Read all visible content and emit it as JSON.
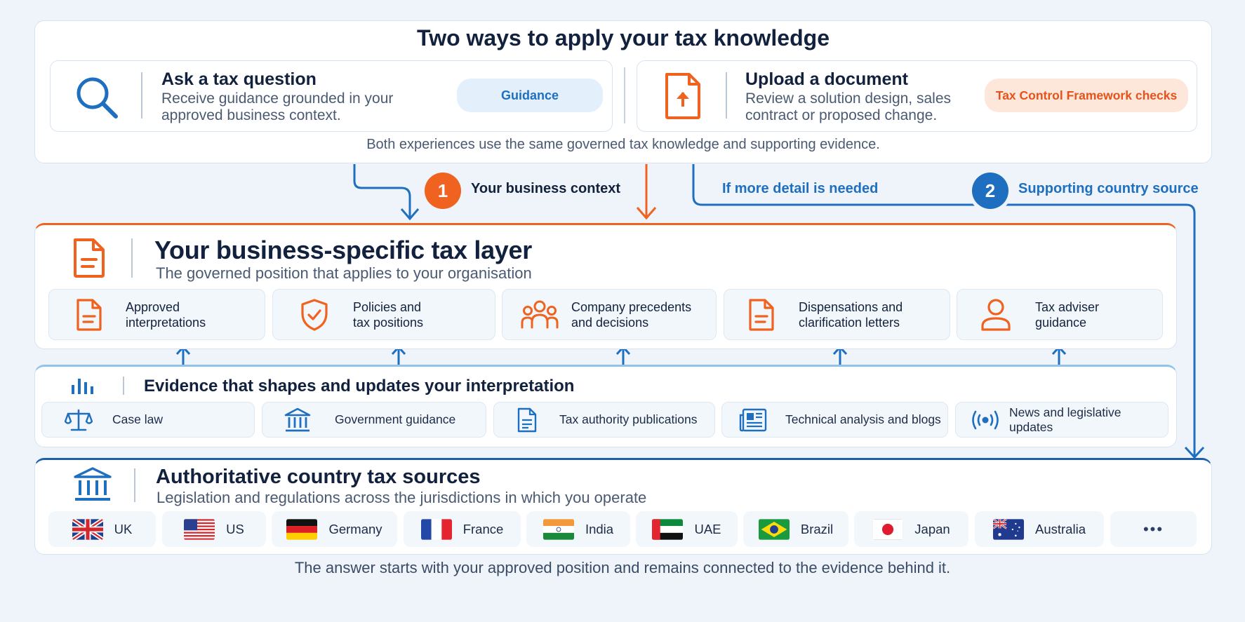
{
  "top": {
    "title": "Two ways to apply your tax knowledge",
    "ask": {
      "title": "Ask a tax question",
      "desc": [
        "Receive guidance grounded in your",
        "approved business context."
      ],
      "pill": "Guidance"
    },
    "upload": {
      "title": "Upload a document",
      "desc": [
        "Review a solution design, sales",
        "contract or proposed change."
      ],
      "pill": "Tax Control Framework checks"
    },
    "footnote": "Both experiences use the same governed tax knowledge and supporting evidence."
  },
  "flow": {
    "step1_number": "1",
    "step1_label": "Your business context",
    "detail_label": "If more detail is needed",
    "step2_number": "2",
    "step2_label": "Supporting country source"
  },
  "business_layer": {
    "title": "Your business-specific tax layer",
    "subtitle": "The governed position that applies to your organisation",
    "items": [
      {
        "lines": [
          "Approved",
          "interpretations"
        ],
        "icon": "document-icon"
      },
      {
        "lines": [
          "Policies and",
          "tax positions"
        ],
        "icon": "shield-check-icon"
      },
      {
        "lines": [
          "Company precedents",
          "and decisions"
        ],
        "icon": "people-group-icon"
      },
      {
        "lines": [
          "Dispensations and",
          "clarification letters"
        ],
        "icon": "document-icon"
      },
      {
        "lines": [
          "Tax adviser",
          "guidance"
        ],
        "icon": "person-icon"
      }
    ]
  },
  "evidence": {
    "title": "Evidence that shapes and updates your interpretation",
    "items": [
      {
        "label": "Case law",
        "icon": "scales-icon"
      },
      {
        "label": "Government guidance",
        "icon": "government-building-icon"
      },
      {
        "label": "Tax authority publications",
        "icon": "publication-icon"
      },
      {
        "label": "Technical analysis and blogs",
        "icon": "newspaper-icon"
      },
      {
        "label": "News and legislative updates",
        "icon": "broadcast-icon"
      }
    ]
  },
  "sources": {
    "title": "Authoritative country tax sources",
    "subtitle": "Legislation and regulations across the jurisdictions in which you operate",
    "countries": [
      "UK",
      "US",
      "Germany",
      "France",
      "India",
      "UAE",
      "Brazil",
      "Japan",
      "Australia"
    ],
    "more": "•••"
  },
  "footer": "The answer starts with your approved position and remains connected to the evidence behind it.",
  "colors": {
    "navy": "#12213d",
    "orange": "#f0621f",
    "blue": "#1f6fc0",
    "light_blue_pill": "#e3f0fb",
    "peach_pill": "#fde6da"
  }
}
